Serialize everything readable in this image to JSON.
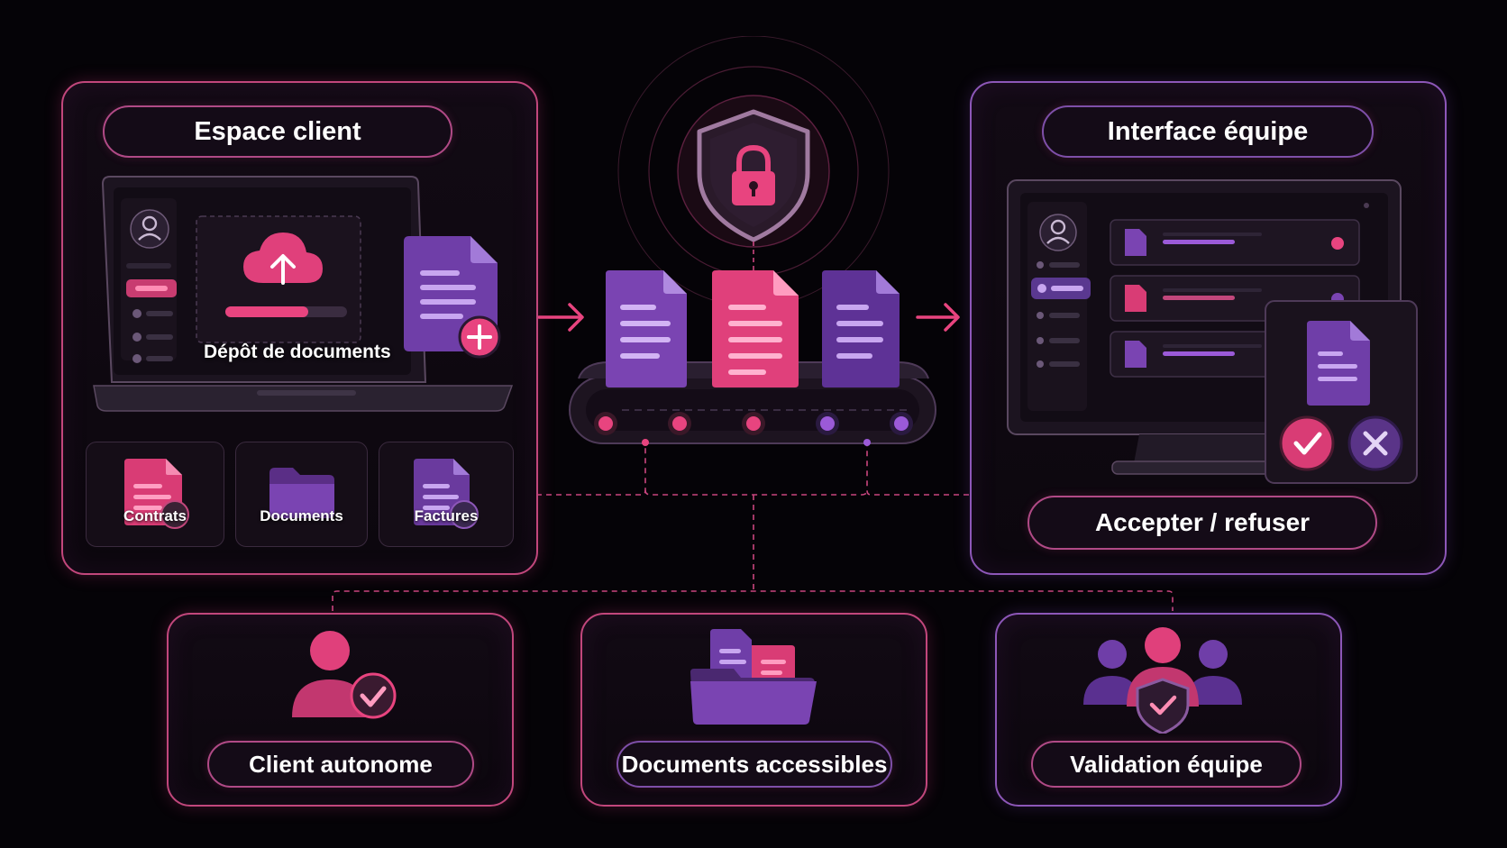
{
  "client_space": {
    "title": "Espace client",
    "upload_label": "Dépôt de documents",
    "tiles": [
      {
        "label": "Contrats"
      },
      {
        "label": "Documents"
      },
      {
        "label": "Factures"
      }
    ]
  },
  "team_interface": {
    "title": "Interface équipe",
    "action_label": "Accepter / refuser"
  },
  "benefits": [
    {
      "label": "Client autonome"
    },
    {
      "label": "Documents accessibles"
    },
    {
      "label": "Validation équipe"
    }
  ],
  "colors": {
    "pink": "#e8447f",
    "violet": "#8c52c9",
    "background": "#050307"
  },
  "icons": [
    "user-icon",
    "cloud-upload-icon",
    "document-icon",
    "plus-icon",
    "folder-icon",
    "shield-lock-icon",
    "check-icon",
    "close-icon",
    "users-shield-icon"
  ]
}
